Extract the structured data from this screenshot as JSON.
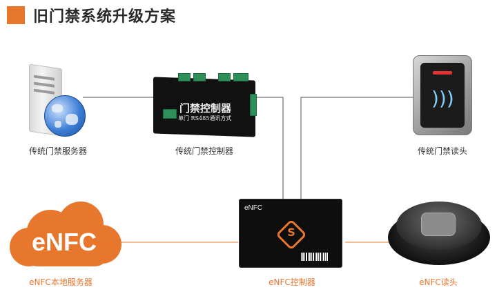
{
  "title": "旧门禁系统升级方案",
  "colors": {
    "accent": "#e8772e",
    "wire_gray": "#555555",
    "wire_orange": "#e8772e"
  },
  "nodes": {
    "legacy_server": {
      "label": "传统门禁服务器",
      "icon": "server-globe-icon"
    },
    "legacy_controller": {
      "label": "传统门禁控制器",
      "board_title": "门禁控制器",
      "board_sub": "单门   RS485通讯方式",
      "icon": "controller-board-icon"
    },
    "legacy_reader": {
      "label": "传统门禁读头",
      "icon": "wifi-icon"
    },
    "enfc_server": {
      "label": "eNFC本地服务器",
      "cloud_text": "eNFC",
      "icon": "cloud-icon"
    },
    "enfc_controller": {
      "label": "eNFC控制器",
      "board_title": "eNFC",
      "logo": "S",
      "icon": "controller-box-icon"
    },
    "enfc_reader": {
      "label": "eNFC读头",
      "icon": "puck-reader-icon"
    }
  }
}
